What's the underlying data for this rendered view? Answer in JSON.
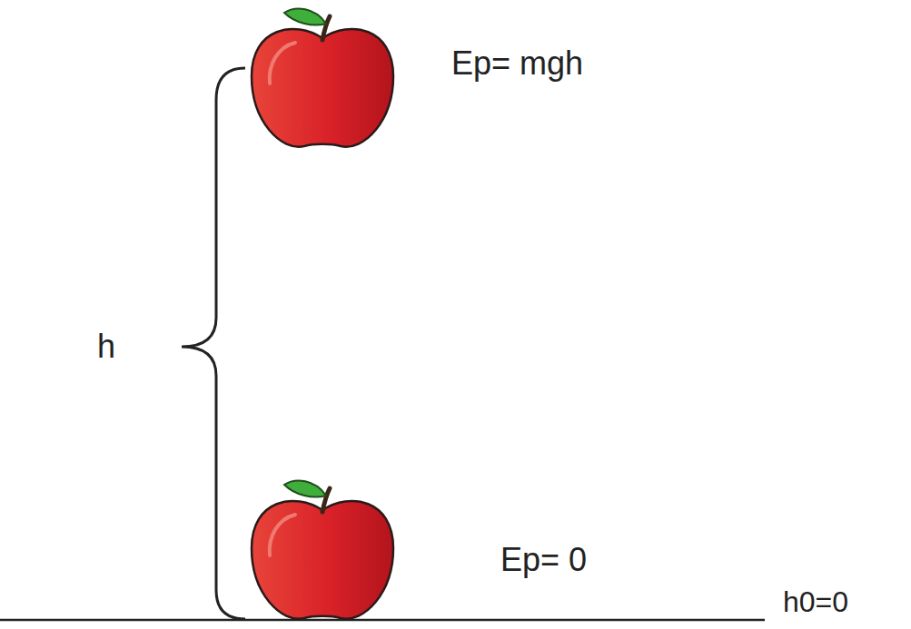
{
  "diagram": {
    "labels": [
      "Ep= mgh",
      "Ep= 0",
      "h",
      "h0=0"
    ]
  }
}
